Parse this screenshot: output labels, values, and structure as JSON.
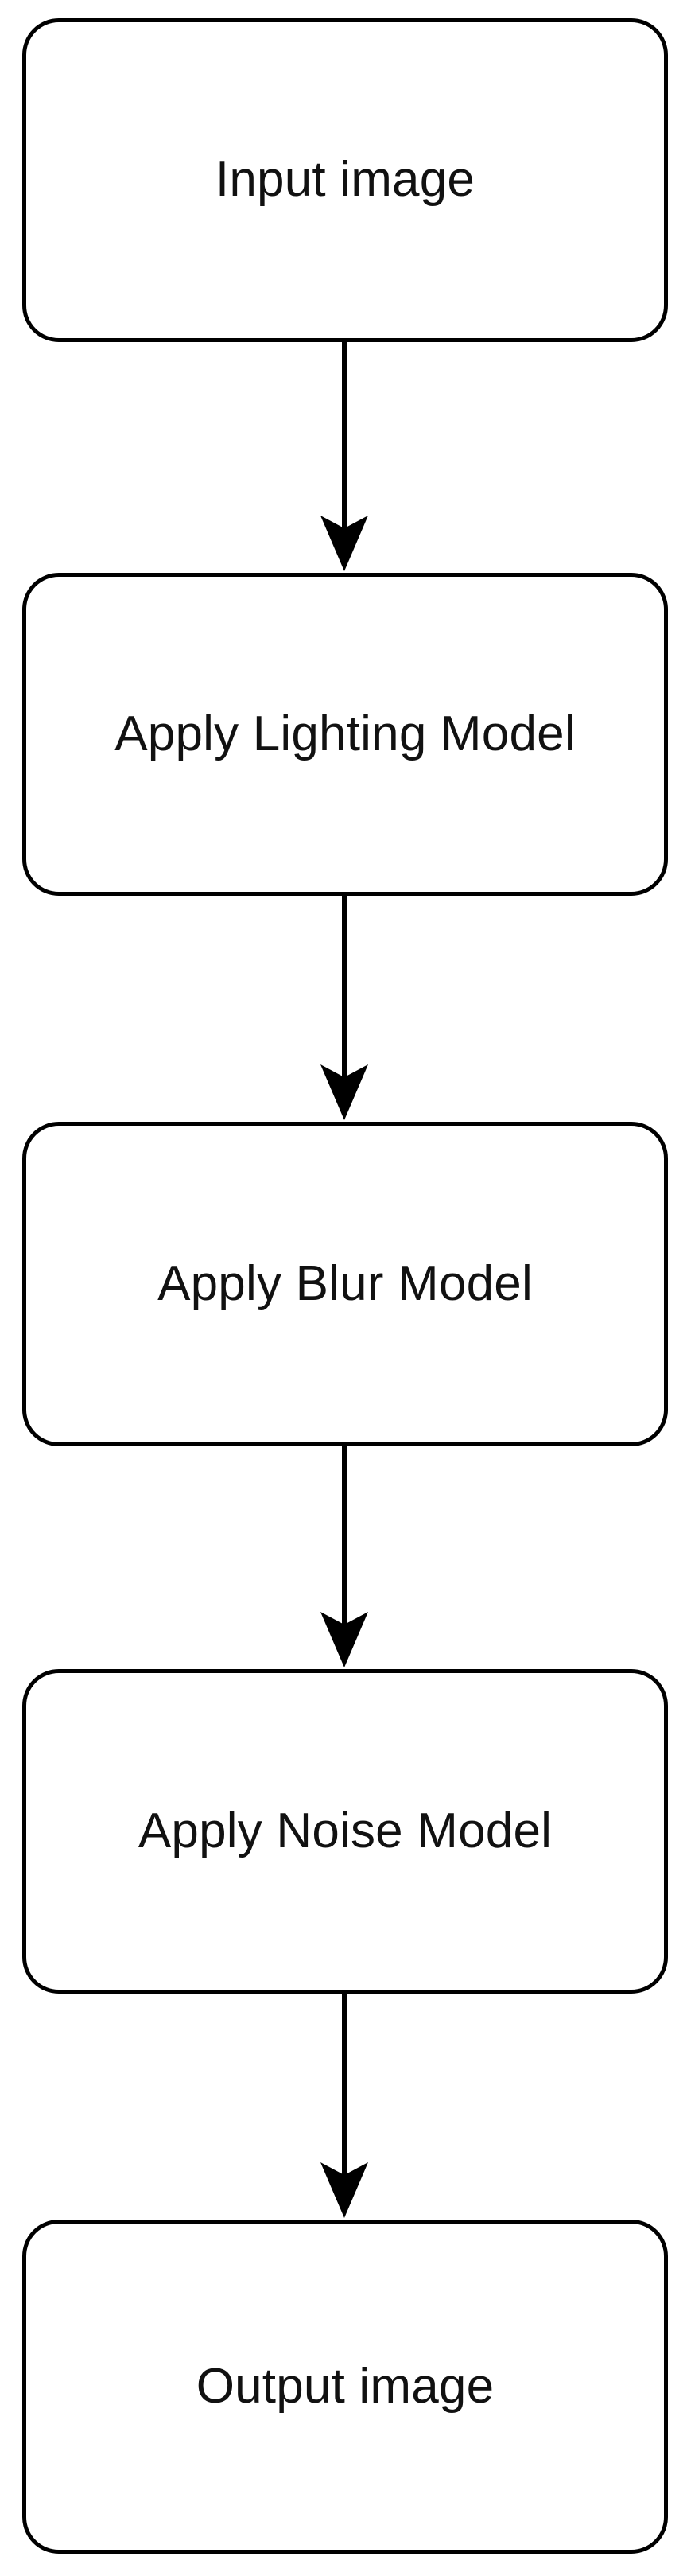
{
  "diagram": {
    "type": "flowchart",
    "orientation": "top-to-bottom",
    "background_color": "#ffffff",
    "stroke_color": "#000000",
    "text_color": "#111111",
    "node_shape": "rounded-rectangle",
    "nodes": [
      {
        "id": "input-image",
        "label": "Input image"
      },
      {
        "id": "apply-lighting-model",
        "label": "Apply Lighting Model"
      },
      {
        "id": "apply-blur-model",
        "label": "Apply Blur Model"
      },
      {
        "id": "apply-noise-model",
        "label": "Apply Noise Model"
      },
      {
        "id": "output-image",
        "label": "Output image"
      }
    ],
    "edges": [
      {
        "id": "edge-0",
        "from": "input-image",
        "to": "apply-lighting-model",
        "label": "",
        "arrow": "down-arrow"
      },
      {
        "id": "edge-1",
        "from": "apply-lighting-model",
        "to": "apply-blur-model",
        "label": "",
        "arrow": "down-arrow"
      },
      {
        "id": "edge-2",
        "from": "apply-blur-model",
        "to": "apply-noise-model",
        "label": "",
        "arrow": "down-arrow"
      },
      {
        "id": "edge-3",
        "from": "apply-noise-model",
        "to": "output-image",
        "label": "",
        "arrow": "down-arrow"
      }
    ]
  }
}
